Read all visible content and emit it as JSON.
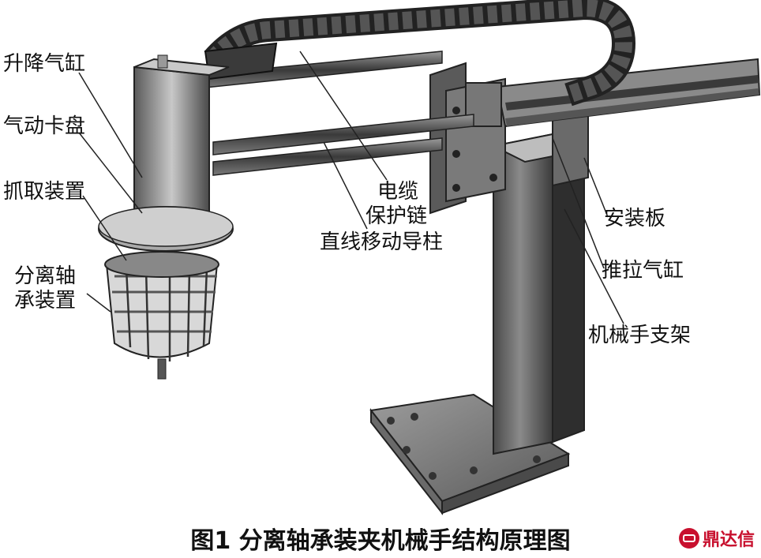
{
  "labels": {
    "lift_cylinder": "升降气缸",
    "pneumatic_chuck": "气动卡盘",
    "gripping_device": "抓取装置",
    "separating_bearing_line1": "分离轴",
    "separating_bearing_line2": "承装置",
    "cable_chain_line1": "电缆",
    "cable_chain_line2": "保护链",
    "linear_guide": "直线移动导柱",
    "mounting_plate": "安装板",
    "push_pull_cylinder": "推拉气缸",
    "manipulator_support": "机械手支架"
  },
  "caption": "图1  分离轴承装夹机械手结构原理图",
  "watermark": "鼎达信",
  "colors": {
    "metal_dark": "#3a3a3a",
    "metal_mid": "#6e6e6e",
    "metal_light": "#b5b5b5",
    "logo_red": "#c8102e"
  }
}
